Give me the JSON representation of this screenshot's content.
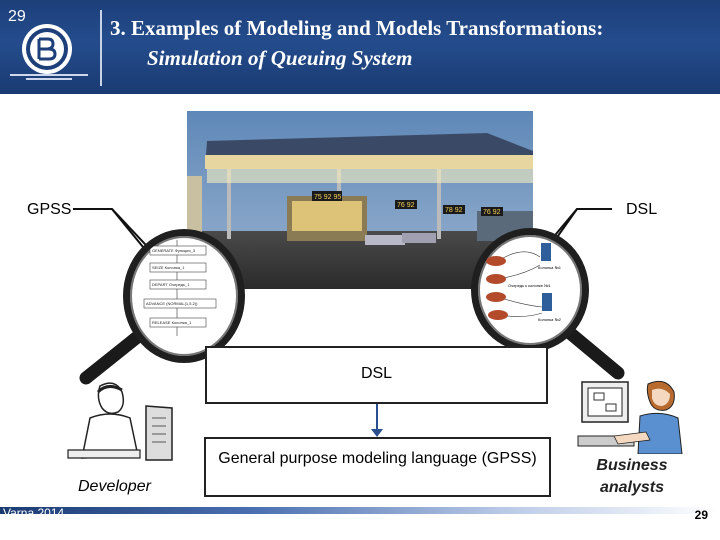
{
  "slide_number_top": "29",
  "title": {
    "line1": "3.   Examples of Modeling and Models Transformations:",
    "line2": "Simulation of Queuing System"
  },
  "labels": {
    "gpss": "GPSS",
    "dsl_top": "DSL",
    "dsl_box": "DSL",
    "gp_box": "General purpose modeling language (GPSS)",
    "developer": "Developer",
    "analysts": "Business analysts"
  },
  "gpss_blocks": [
    "GENERATE Функция_3",
    "SEIZE Колонка_1",
    "DEPART Очередь_1",
    "ADVANCE (NORMAL(1,5,2))",
    "RELEASE Колонка_1"
  ],
  "dsl_diagram": [
    "Колонка №1",
    "Очередь к колонке №1",
    "Колонка №2"
  ],
  "station_prices": [
    "75 92 95",
    "76 92",
    "78 92",
    "76 92"
  ],
  "footer": {
    "event": "Varna 2014",
    "page": "29"
  }
}
